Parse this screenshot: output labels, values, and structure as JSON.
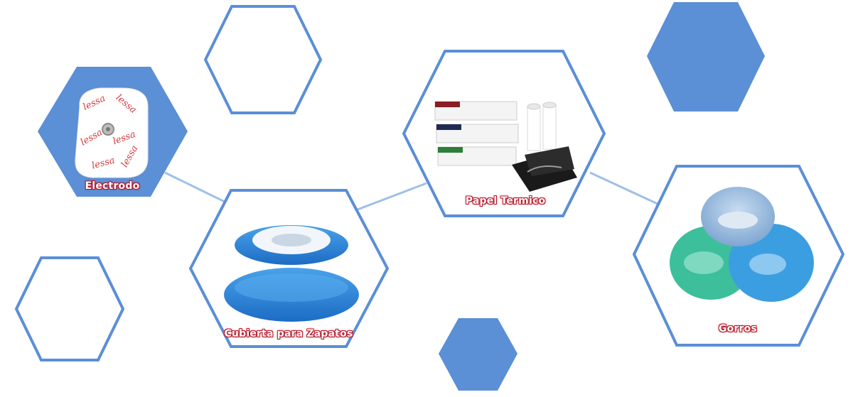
{
  "colors": {
    "hex_blue": "#5b8fd6",
    "connector": "#9ec0ea",
    "label_glow": "#c0182c",
    "label_text": "#ffffff"
  },
  "products": [
    {
      "id": "electrodo",
      "label": "Electrodo",
      "image": "electrode-pad-icon"
    },
    {
      "id": "cubierta",
      "label": "Cubierta para Zapatos",
      "image": "shoe-cover-icon"
    },
    {
      "id": "papel",
      "label": "Papel Termico",
      "image": "thermal-paper-icon"
    },
    {
      "id": "gorros",
      "label": "Gorros",
      "image": "bouffant-cap-icon"
    }
  ],
  "image_text": {
    "electrode_brand": "lessa"
  }
}
